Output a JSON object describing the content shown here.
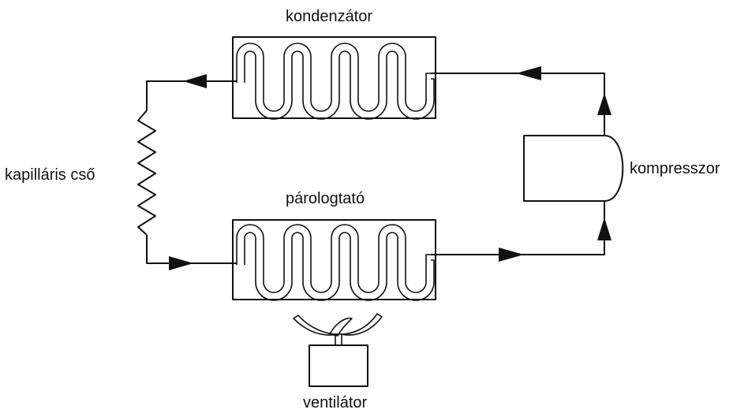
{
  "labels": {
    "condenser": "kondenzátor",
    "evaporator": "párologtató",
    "capillary_tube": "kapilláris cső",
    "compressor": "kompresszor",
    "fan": "ventilátor"
  },
  "colors": {
    "line": "#111111",
    "background": "#ffffff"
  }
}
